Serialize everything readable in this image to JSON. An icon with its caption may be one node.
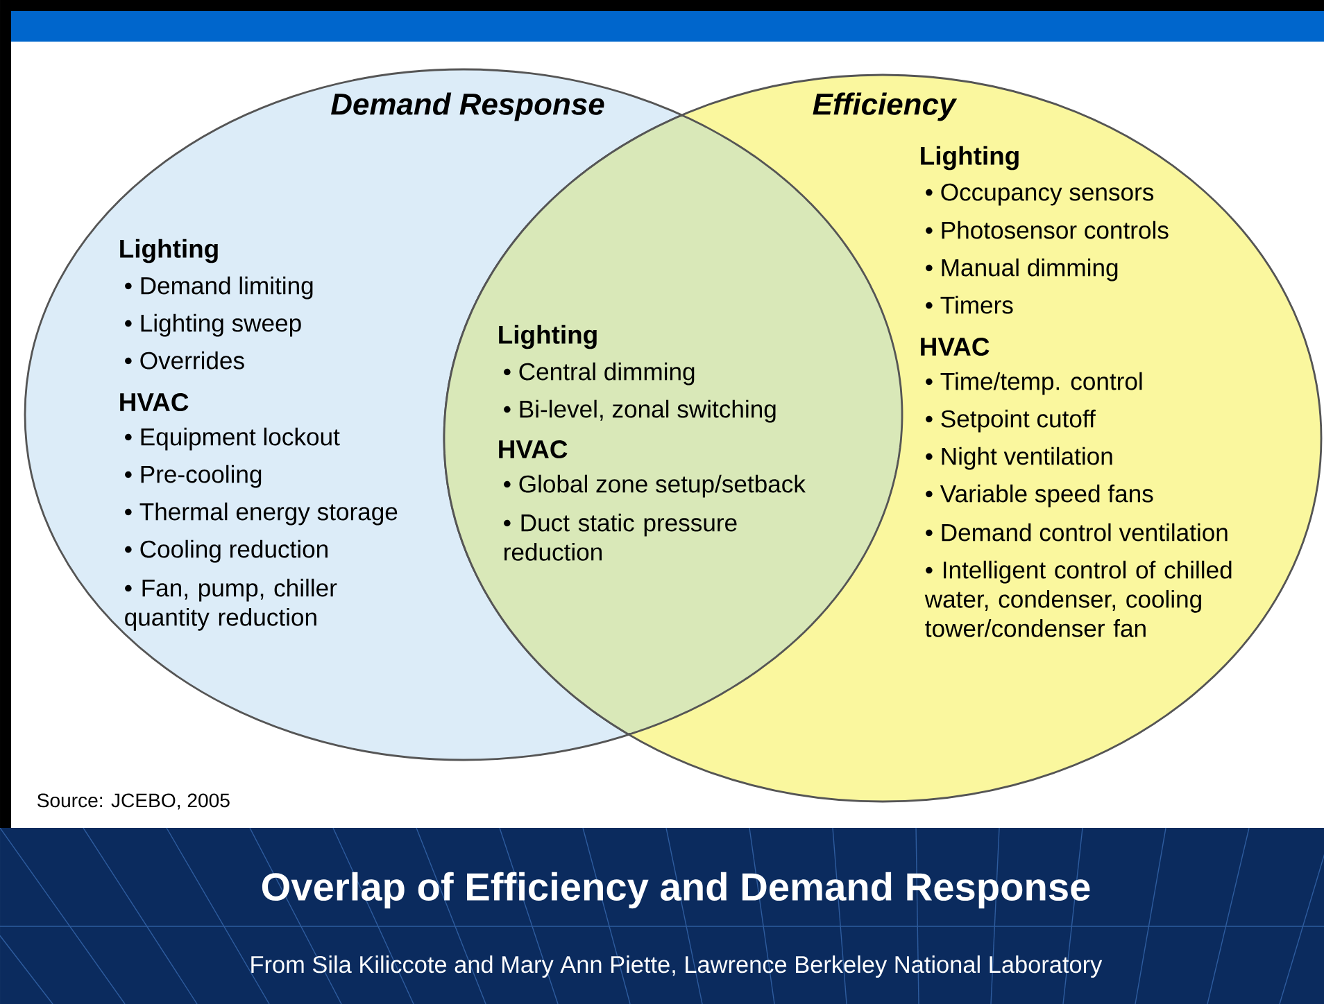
{
  "diagram": {
    "title": "Overlap of Efficiency and Demand Response",
    "caption": "From Sila Kiliccote and Mary Ann Piette, Lawrence Berkeley National Laboratory",
    "nodes": [
      {
        "text": [
          "Demand Response",
          "Lighting",
          "• Demand limiting",
          "• Lighting sweep",
          "• Overrides",
          "HVAC",
          "• Equipment lockout",
          "• Pre-cooling",
          "• Thermal energy storage",
          "• Cooling reduction",
          "• Fan, pump, chiller quantity reduction"
        ]
      },
      {
        "text": [
          "Efficiency",
          "Lighting",
          "• Occupancy sensors",
          "• Photosensor controls",
          "• Manual dimming",
          "• Timers",
          "HVAC",
          "• Time/temp. control",
          "• Setpoint cutoff",
          "• Night ventilation",
          "• Variable speed fans",
          "• Demand control ventilation",
          "• Intelligent control of chilled water, condenser, cooling tower/condenser fan"
        ]
      },
      {
        "text": [
          "Lighting",
          "• Central dimming",
          "• Bi-level, zonal switching",
          "HVAC",
          "• Global zone setup/setback",
          "• Duct static pressure reduction"
        ]
      }
    ],
    "labels": [
      "Source: JCEBO, 2005"
    ]
  }
}
